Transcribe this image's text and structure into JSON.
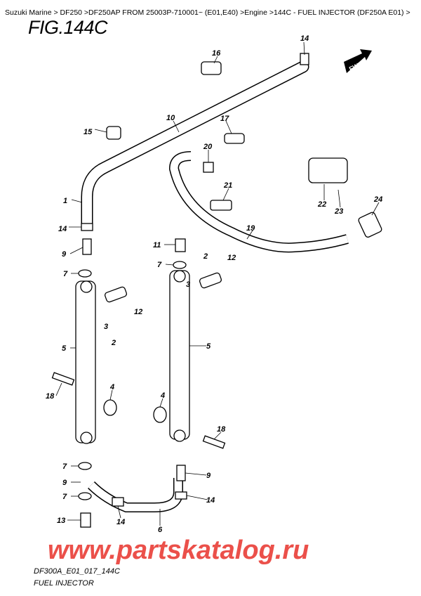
{
  "breadcrumb": "Suzuki Marine > DF250 >DF250AP FROM 25003P-710001~ (E01,E40) >Engine >144C - FUEL INJECTOR (DF250A E01) >",
  "figure_title": "FIG.144C",
  "fwd_label": "FWD",
  "callouts": [
    "14",
    "16",
    "10",
    "15",
    "17",
    "20",
    "1",
    "21",
    "22",
    "23",
    "24",
    "19",
    "14",
    "11",
    "2",
    "12",
    "9",
    "7",
    "7",
    "3",
    "12",
    "3",
    "2",
    "5",
    "5",
    "18",
    "4",
    "4",
    "18",
    "7",
    "9",
    "9",
    "7",
    "14",
    "14",
    "13",
    "6"
  ],
  "footer": {
    "code": "DF300A_E01_017_144C",
    "caption": "FUEL INJECTOR"
  },
  "watermark": "www.partskatalog.ru",
  "colors": {
    "watermark": "#e8322b"
  }
}
